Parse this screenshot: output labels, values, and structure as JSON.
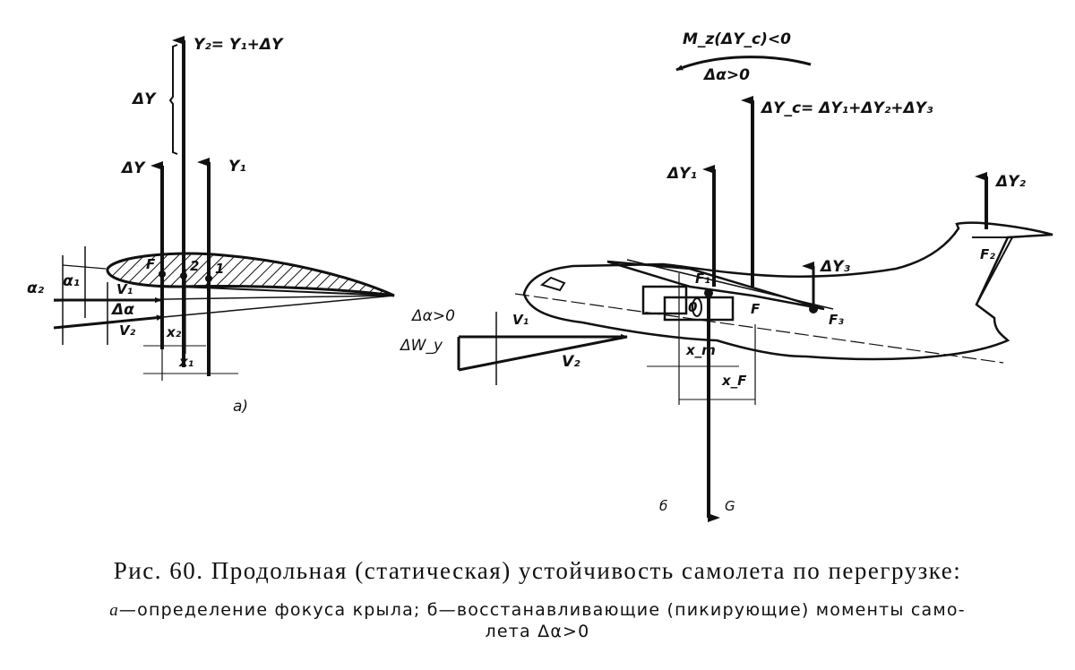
{
  "figure": {
    "panel_a": {
      "label": "a)",
      "forces": {
        "y2_eq": "Y₂= Y₁+ΔY",
        "delta_y_brace": "ΔY",
        "delta_y": "ΔY",
        "y1": "Y₁"
      },
      "points": {
        "focus": "F",
        "p2": "2",
        "p1": "1"
      },
      "angles": {
        "alpha2": "α₂",
        "alpha1": "α₁",
        "delta_alpha": "Δα"
      },
      "velocities": {
        "v1": "V₁",
        "v2": "V₂"
      },
      "dims": {
        "x2": "x₂",
        "x1": "x₁"
      }
    },
    "panel_b": {
      "moment": "M_z(ΔY_c)<0",
      "moment_sub": "Δα>0",
      "delta_yc_eq": "ΔY_c= ΔY₁+ΔY₂+ΔY₃",
      "delta_y1": "ΔY₁",
      "delta_y2": "ΔY₂",
      "delta_y3": "ΔY₃",
      "delta_alpha": "Δα>0",
      "delta_wy": "ΔW_y",
      "v1": "V₁",
      "v2": "V₂",
      "points": {
        "f1": "F₁",
        "f": "F",
        "f2": "F₂",
        "f3": "F₃",
        "cg": "0"
      },
      "dims": {
        "xm": "x_m",
        "xf": "x_F"
      },
      "bottom_marks": {
        "left": "б",
        "right": "G"
      }
    }
  },
  "caption": {
    "line1": "Рис. 60. Продольная (статическая) устойчивость самолета по перегрузке:",
    "line2_a_label": "а",
    "line2": "—определение фокуса крыла; б—восстанавливающие (пикирующие) моменты само-",
    "line3": "лета Δα>0"
  }
}
